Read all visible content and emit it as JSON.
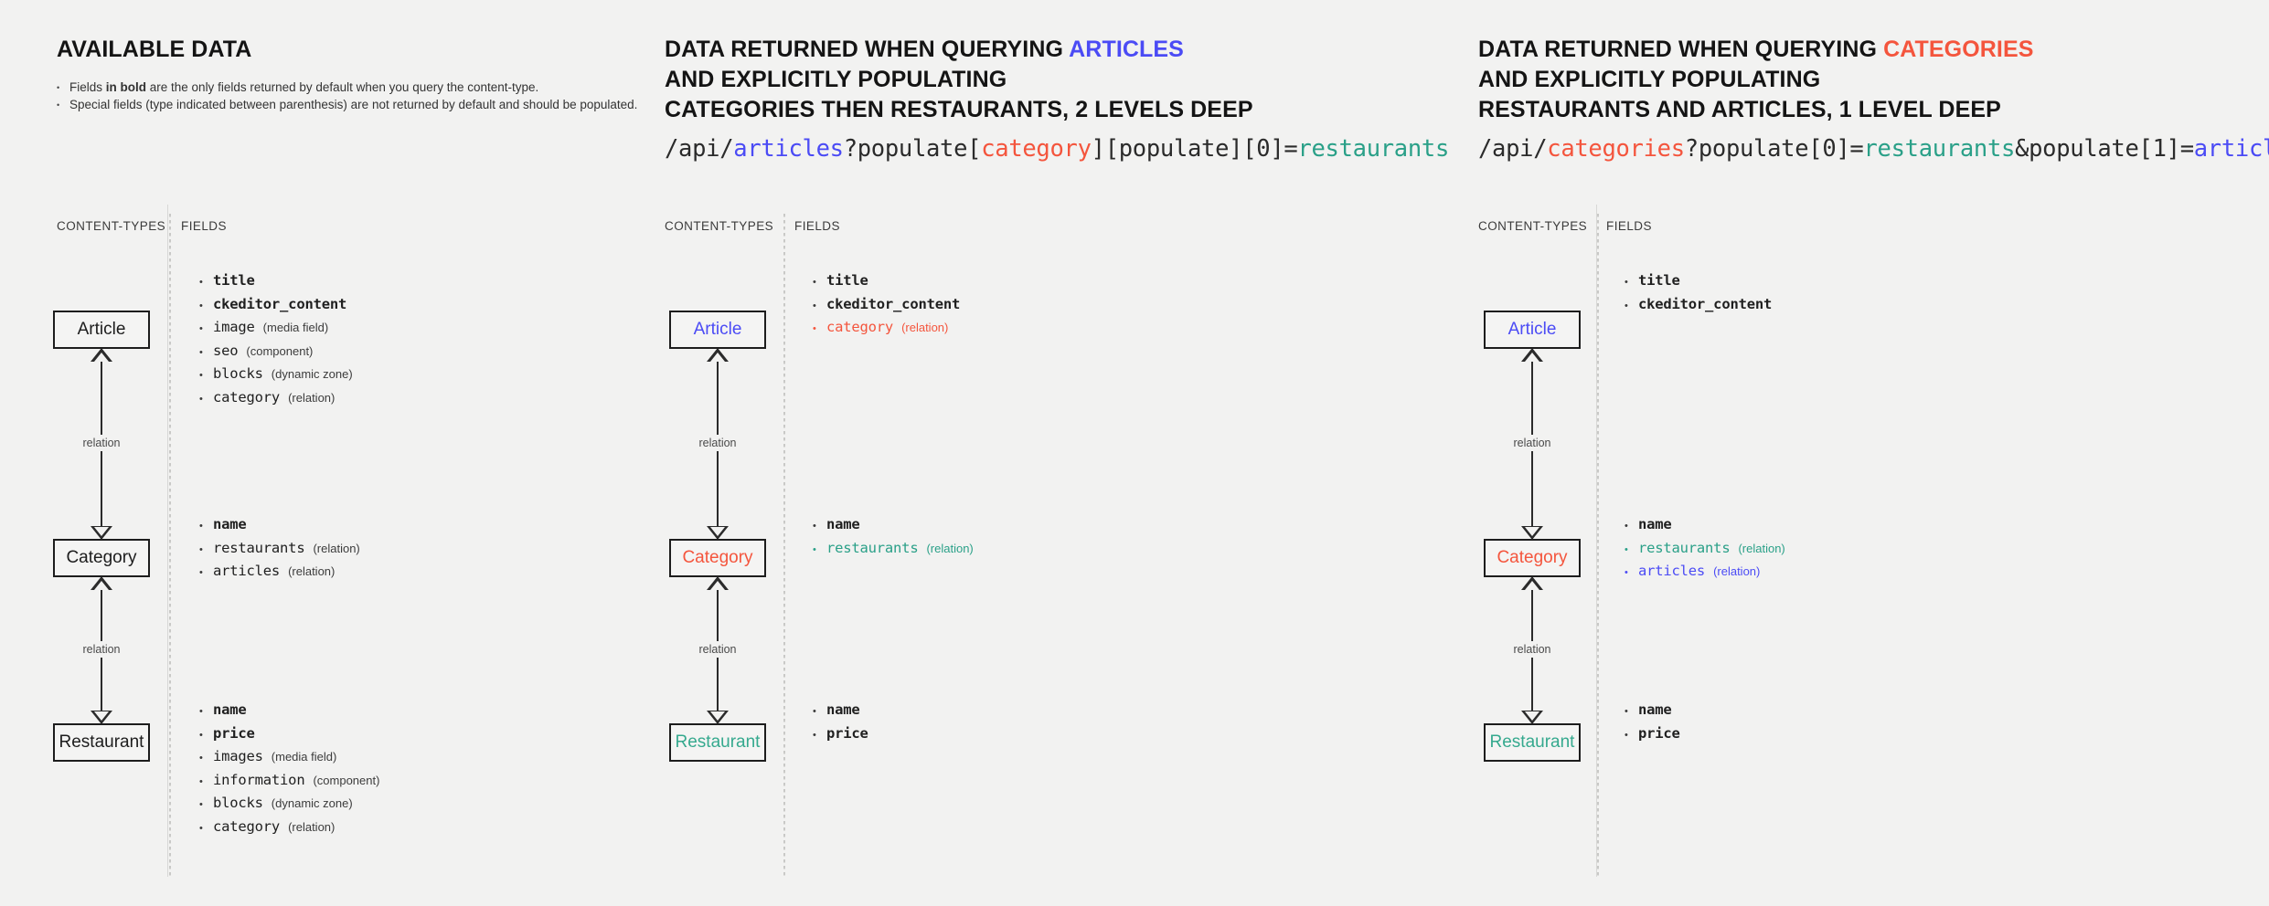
{
  "columns": [
    {
      "id": "available-data",
      "heading_plain": "AVAILABLE DATA",
      "notes": [
        "Fields in bold are the only fields returned by default when you query the content-type.",
        "Special fields (type indicated between parenthesis) are not returned by default and should be populated."
      ],
      "col_label_types": "CONTENT-TYPES",
      "col_label_fields": "FIELDS",
      "relation_label": "relation",
      "entities": [
        {
          "name": "Article",
          "color": "none"
        },
        {
          "name": "Category",
          "color": "none"
        },
        {
          "name": "Restaurant",
          "color": "none"
        }
      ],
      "groups": [
        [
          {
            "field": "title",
            "type": "",
            "bold": true,
            "color": "none"
          },
          {
            "field": "ckeditor_content",
            "type": "",
            "bold": true,
            "color": "none"
          },
          {
            "field": "image",
            "type": "(media field)",
            "bold": false,
            "color": "none"
          },
          {
            "field": "seo",
            "type": "(component)",
            "bold": false,
            "color": "none"
          },
          {
            "field": "blocks",
            "type": "(dynamic zone)",
            "bold": false,
            "color": "none"
          },
          {
            "field": "category",
            "type": "(relation)",
            "bold": false,
            "color": "none"
          }
        ],
        [
          {
            "field": "name",
            "type": "",
            "bold": true,
            "color": "none"
          },
          {
            "field": "restaurants",
            "type": "(relation)",
            "bold": false,
            "color": "none"
          },
          {
            "field": "articles",
            "type": "(relation)",
            "bold": false,
            "color": "none"
          }
        ],
        [
          {
            "field": "name",
            "type": "",
            "bold": true,
            "color": "none"
          },
          {
            "field": "price",
            "type": "",
            "bold": true,
            "color": "none"
          },
          {
            "field": "images",
            "type": "(media field)",
            "bold": false,
            "color": "none"
          },
          {
            "field": "information",
            "type": "(component)",
            "bold": false,
            "color": "none"
          },
          {
            "field": "blocks",
            "type": "(dynamic zone)",
            "bold": false,
            "color": "none"
          },
          {
            "field": "category",
            "type": "(relation)",
            "bold": false,
            "color": "none"
          }
        ]
      ]
    },
    {
      "id": "query-articles",
      "heading_lines": [
        [
          {
            "t": "DATA RETURNED WHEN QUERYING ",
            "c": "none"
          },
          {
            "t": "ARTICLES",
            "c": "blue"
          }
        ],
        [
          {
            "t": "AND EXPLICITLY POPULATING",
            "c": "none"
          }
        ],
        [
          {
            "t": "CATEGORIES THEN RESTAURANTS, 2 LEVELS DEEP",
            "c": "none"
          }
        ]
      ],
      "api": [
        {
          "t": "/api/",
          "c": "none"
        },
        {
          "t": "articles",
          "c": "blue"
        },
        {
          "t": "?populate[",
          "c": "none"
        },
        {
          "t": "category",
          "c": "red"
        },
        {
          "t": "][populate][0]=",
          "c": "none"
        },
        {
          "t": "restaurants",
          "c": "teal"
        }
      ],
      "col_label_types": "CONTENT-TYPES",
      "col_label_fields": "FIELDS",
      "relation_label": "relation",
      "entities": [
        {
          "name": "Article",
          "color": "blue"
        },
        {
          "name": "Category",
          "color": "red"
        },
        {
          "name": "Restaurant",
          "color": "teal"
        }
      ],
      "groups": [
        [
          {
            "field": "title",
            "type": "",
            "bold": true,
            "color": "none"
          },
          {
            "field": "ckeditor_content",
            "type": "",
            "bold": true,
            "color": "none"
          },
          {
            "field": "category",
            "type": "(relation)",
            "bold": false,
            "color": "red"
          }
        ],
        [
          {
            "field": "name",
            "type": "",
            "bold": true,
            "color": "none"
          },
          {
            "field": "restaurants",
            "type": "(relation)",
            "bold": false,
            "color": "teal"
          }
        ],
        [
          {
            "field": "name",
            "type": "",
            "bold": true,
            "color": "none"
          },
          {
            "field": "price",
            "type": "",
            "bold": true,
            "color": "none"
          }
        ]
      ]
    },
    {
      "id": "query-categories",
      "heading_lines": [
        [
          {
            "t": "DATA RETURNED WHEN QUERYING ",
            "c": "none"
          },
          {
            "t": "CATEGORIES",
            "c": "red"
          }
        ],
        [
          {
            "t": "AND EXPLICITLY POPULATING",
            "c": "none"
          }
        ],
        [
          {
            "t": "RESTAURANTS AND ARTICLES, 1 LEVEL DEEP",
            "c": "none"
          }
        ]
      ],
      "api": [
        {
          "t": "/api/",
          "c": "none"
        },
        {
          "t": "categories",
          "c": "red"
        },
        {
          "t": "?populate[0]=",
          "c": "none"
        },
        {
          "t": "restaurants",
          "c": "teal"
        },
        {
          "t": "&populate[1]=",
          "c": "none"
        },
        {
          "t": "articles",
          "c": "blue"
        }
      ],
      "col_label_types": "CONTENT-TYPES",
      "col_label_fields": "FIELDS",
      "relation_label": "relation",
      "entities": [
        {
          "name": "Article",
          "color": "blue"
        },
        {
          "name": "Category",
          "color": "red"
        },
        {
          "name": "Restaurant",
          "color": "teal"
        }
      ],
      "groups": [
        [
          {
            "field": "title",
            "type": "",
            "bold": true,
            "color": "none"
          },
          {
            "field": "ckeditor_content",
            "type": "",
            "bold": true,
            "color": "none"
          }
        ],
        [
          {
            "field": "name",
            "type": "",
            "bold": true,
            "color": "none"
          },
          {
            "field": "restaurants",
            "type": "(relation)",
            "bold": false,
            "color": "teal"
          },
          {
            "field": "articles",
            "type": "(relation)",
            "bold": false,
            "color": "blue"
          }
        ],
        [
          {
            "field": "name",
            "type": "",
            "bold": true,
            "color": "none"
          },
          {
            "field": "price",
            "type": "",
            "bold": true,
            "color": "none"
          }
        ]
      ]
    }
  ],
  "colors": {
    "background": "#f2f2f1",
    "blue": "#4b4bf5",
    "red": "#f4553d",
    "teal": "#2aa088",
    "ink": "#1c1c1c"
  },
  "notes_bold_fragment": "in bold"
}
